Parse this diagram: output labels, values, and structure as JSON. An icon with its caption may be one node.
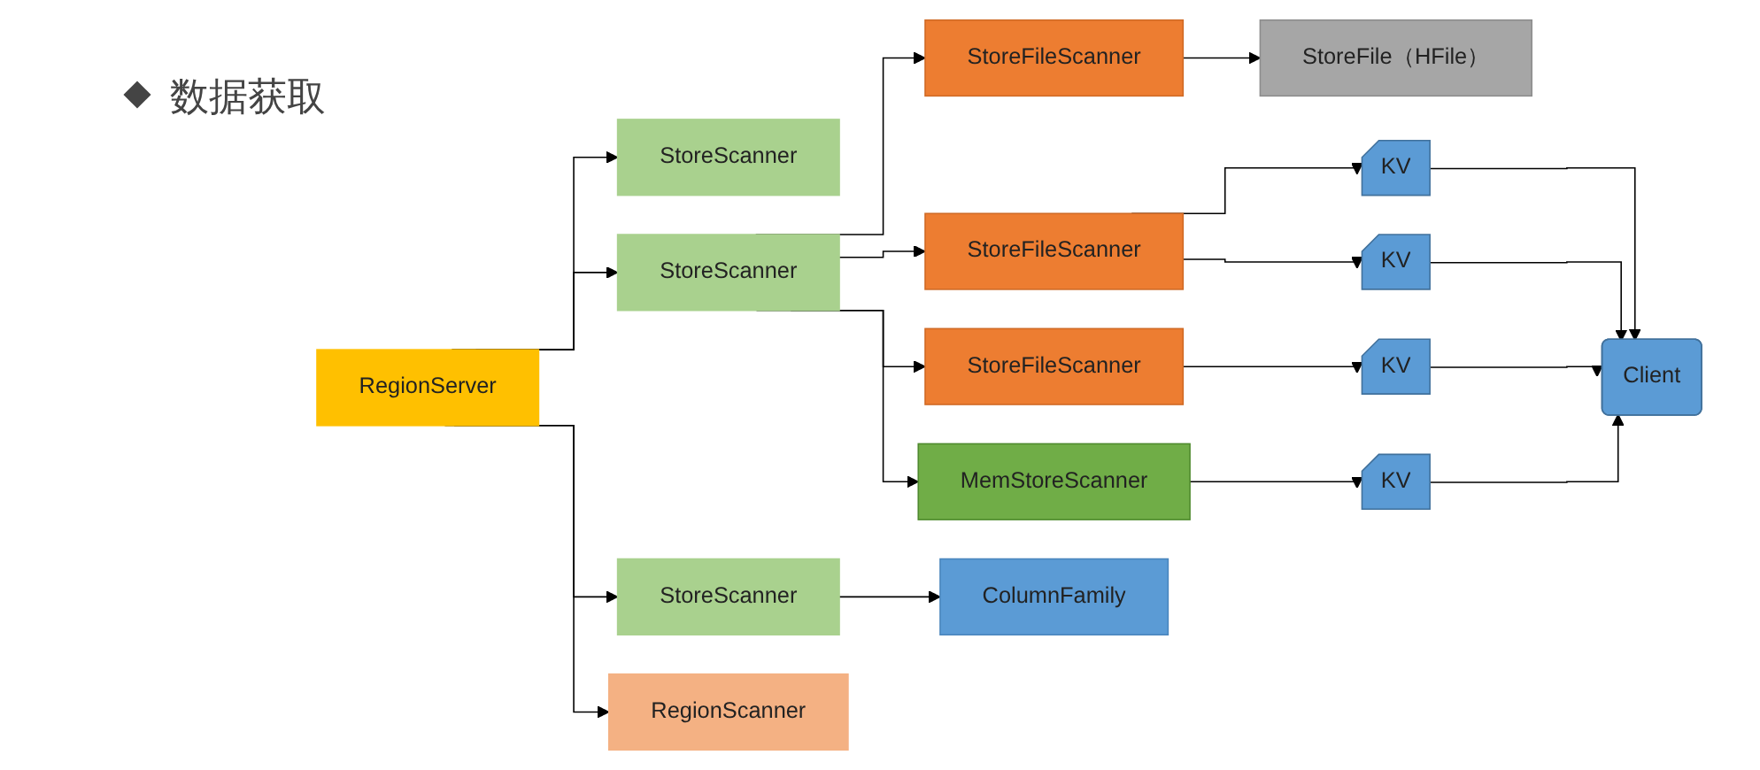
{
  "diagram": {
    "nodes": [
      {
        "text": [
          "StoreFile（HFile）"
        ]
      },
      {
        "text": [
          "StoreScanner"
        ]
      },
      {
        "text": [
          "StoreFileScanner"
        ]
      },
      {
        "text": [
          "RegionServer"
        ]
      },
      {
        "text": [
          "StoreScanner"
        ]
      },
      {
        "text": [
          "StoreFileScanner"
        ]
      },
      {
        "text": [
          "KV"
        ]
      },
      {
        "text": [
          "KV"
        ]
      },
      {
        "text": [
          "Client"
        ]
      },
      {
        "text": [
          "RegionScanner"
        ]
      },
      {
        "text": [
          "StoreScanner"
        ]
      },
      {
        "text": [
          "StoreFileScanner"
        ]
      },
      {
        "text": [
          "KV"
        ]
      },
      {
        "text": [
          "ColumnFamily"
        ]
      },
      {
        "text": [
          "MemStoreScanner"
        ]
      },
      {
        "text": [
          "KV"
        ]
      }
    ],
    "edges": [
      {
        "from": 3,
        "to": 1,
        "arrow": "to"
      },
      {
        "from": 3,
        "to": 4,
        "arrow": "to"
      },
      {
        "from": 3,
        "to": 10,
        "arrow": "to"
      },
      {
        "from": 3,
        "to": 9,
        "arrow": "to"
      },
      {
        "from": 10,
        "to": 13,
        "arrow": "to"
      },
      {
        "from": 4,
        "to": 2,
        "arrow": "to"
      },
      {
        "from": 4,
        "to": 5,
        "arrow": "to"
      },
      {
        "from": 4,
        "to": 11,
        "arrow": "to"
      },
      {
        "from": 4,
        "to": 14,
        "arrow": "to"
      },
      {
        "from": 2,
        "to": 0,
        "arrow": "to"
      },
      {
        "from": 5,
        "to": 6,
        "arrow": "to"
      },
      {
        "from": 5,
        "to": 7,
        "arrow": "to"
      },
      {
        "from": 11,
        "to": 12,
        "arrow": "to"
      },
      {
        "from": 14,
        "to": 15,
        "arrow": "to"
      },
      {
        "from": 6,
        "to": 8,
        "arrow": "to"
      },
      {
        "from": 7,
        "to": 8,
        "arrow": "to"
      },
      {
        "from": 12,
        "to": 8,
        "arrow": "to"
      },
      {
        "from": 15,
        "to": 8,
        "arrow": "to"
      }
    ],
    "labels": [
      "数据获取"
    ]
  }
}
